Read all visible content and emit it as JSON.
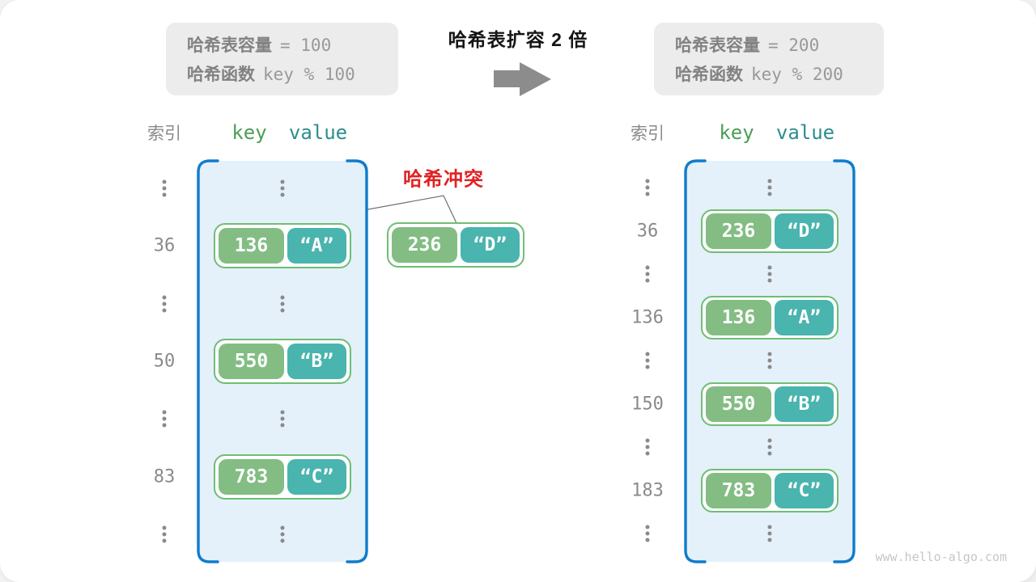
{
  "watermark": "www.hello-algo.com",
  "header": {
    "title": "哈希表扩容 2 倍",
    "arrow_icon": "right-arrow",
    "before_box": {
      "capacity_label": "哈希表容量",
      "capacity_value": "= 100",
      "function_label": "哈希函数",
      "function_value": "key % 100"
    },
    "after_box": {
      "capacity_label": "哈希表容量",
      "capacity_value": "= 200",
      "function_label": "哈希函数",
      "function_value": "key % 200"
    }
  },
  "collision": {
    "label": "哈希冲突",
    "pair": {
      "key": "236",
      "value": "“D”"
    }
  },
  "tables": {
    "before": {
      "headers": {
        "index": "索引",
        "key": "key",
        "value": "value"
      },
      "rows": [
        {
          "type": "dots"
        },
        {
          "type": "pair",
          "index": "36",
          "key": "136",
          "value": "“A”"
        },
        {
          "type": "dots"
        },
        {
          "type": "pair",
          "index": "50",
          "key": "550",
          "value": "“B”"
        },
        {
          "type": "dots"
        },
        {
          "type": "pair",
          "index": "83",
          "key": "783",
          "value": "“C”"
        },
        {
          "type": "dots"
        }
      ]
    },
    "after": {
      "headers": {
        "index": "索引",
        "key": "key",
        "value": "value"
      },
      "rows": [
        {
          "type": "dots"
        },
        {
          "type": "pair",
          "index": "36",
          "key": "236",
          "value": "“D”"
        },
        {
          "type": "dots"
        },
        {
          "type": "pair",
          "index": "136",
          "key": "136",
          "value": "“A”"
        },
        {
          "type": "dots"
        },
        {
          "type": "pair",
          "index": "150",
          "key": "550",
          "value": "“B”"
        },
        {
          "type": "dots"
        },
        {
          "type": "pair",
          "index": "183",
          "key": "783",
          "value": "“C”"
        },
        {
          "type": "dots"
        }
      ]
    }
  },
  "colors": {
    "bracket_blue": "#0e7ccc",
    "table_fill": "#e4f0fa",
    "pair_border_green": "#6fbe74",
    "key_fill": "#83bd84",
    "value_fill": "#4ab4ae",
    "collision_red": "#e02222",
    "gray_text": "#8a8a8a",
    "arrow_gray": "#8c8c8c"
  }
}
